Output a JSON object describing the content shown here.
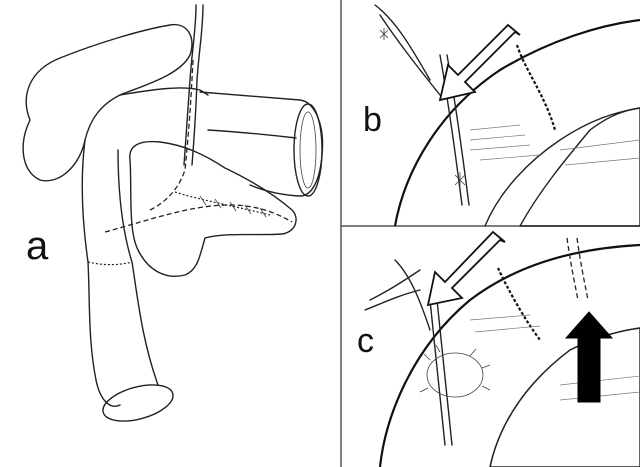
{
  "panels": {
    "a": {
      "label": "a"
    },
    "b": {
      "label": "b"
    },
    "c": {
      "label": "c"
    }
  },
  "colors": {
    "line": "#222222",
    "arrow_open": "#ffffff",
    "arrow_solid": "#000000",
    "divider": "#555555",
    "background": "#ffffff"
  }
}
